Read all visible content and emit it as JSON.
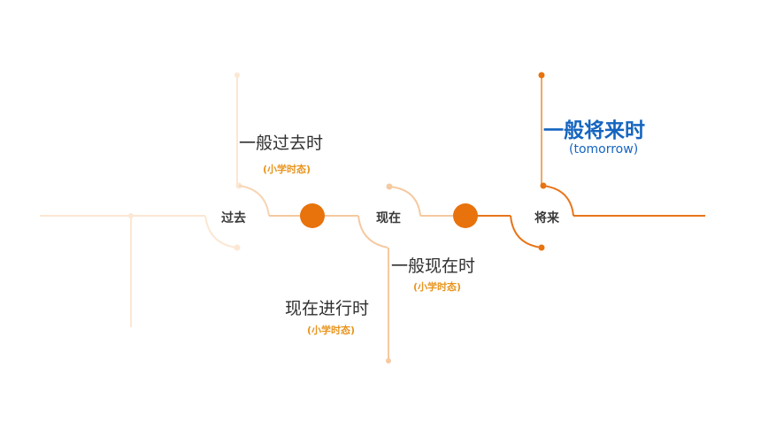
{
  "nodes": {
    "past": "过去",
    "present": "现在",
    "future": "将来"
  },
  "tenses": {
    "simple_past": {
      "title": "一般过去时",
      "note": "(小学时态)"
    },
    "simple_present": {
      "title": "一般现在时",
      "note": "(小学时态)"
    },
    "present_progressive": {
      "title": "现在进行时",
      "note": "(小学时态)"
    },
    "simple_future": {
      "title": "一般将来时",
      "note": "(tomorrow)"
    }
  },
  "colors": {
    "faint": "#fbe7d3",
    "light": "#f6c9a0",
    "mid": "#f0a868",
    "strong": "#e8751a",
    "dot": "#e8720c",
    "future_text": "#1565c0"
  }
}
